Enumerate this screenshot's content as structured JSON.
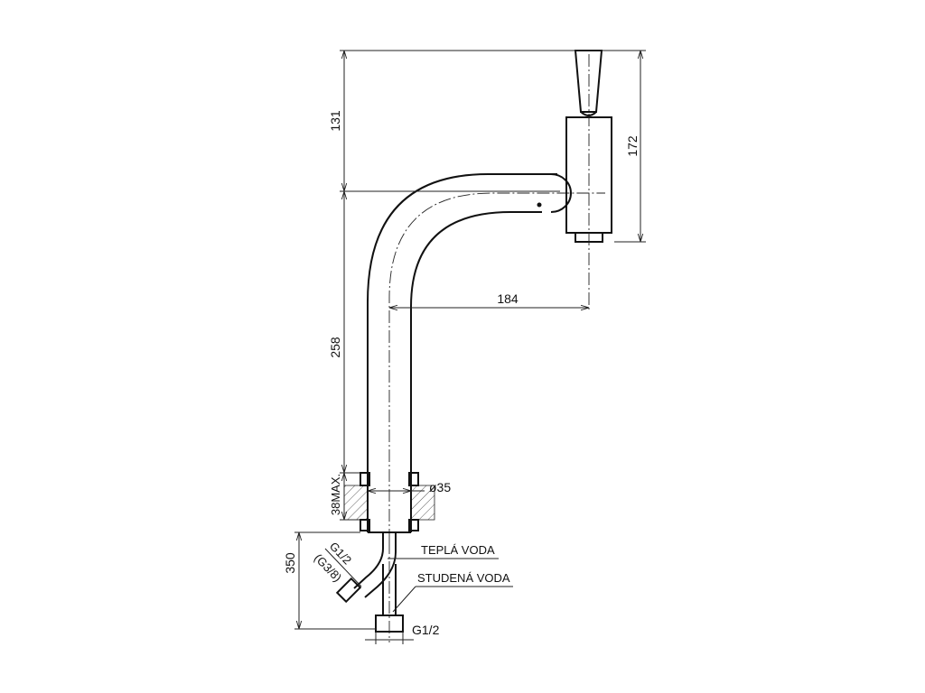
{
  "dimensions": {
    "top_height": "131",
    "handle_height": "172",
    "reach": "184",
    "spout_height": "258",
    "deck_thickness": "38MAX.",
    "hole_diameter": "ø35",
    "hose_length": "350",
    "supply_thread": "G1/2",
    "supply_thread_alt": "(G3/8)",
    "outlet_thread": "G1/2"
  },
  "labels": {
    "hot_water": "TEPLÁ VODA",
    "cold_water": "STUDENÁ VODA"
  },
  "colors": {
    "line": "#111111",
    "background": "#ffffff"
  }
}
